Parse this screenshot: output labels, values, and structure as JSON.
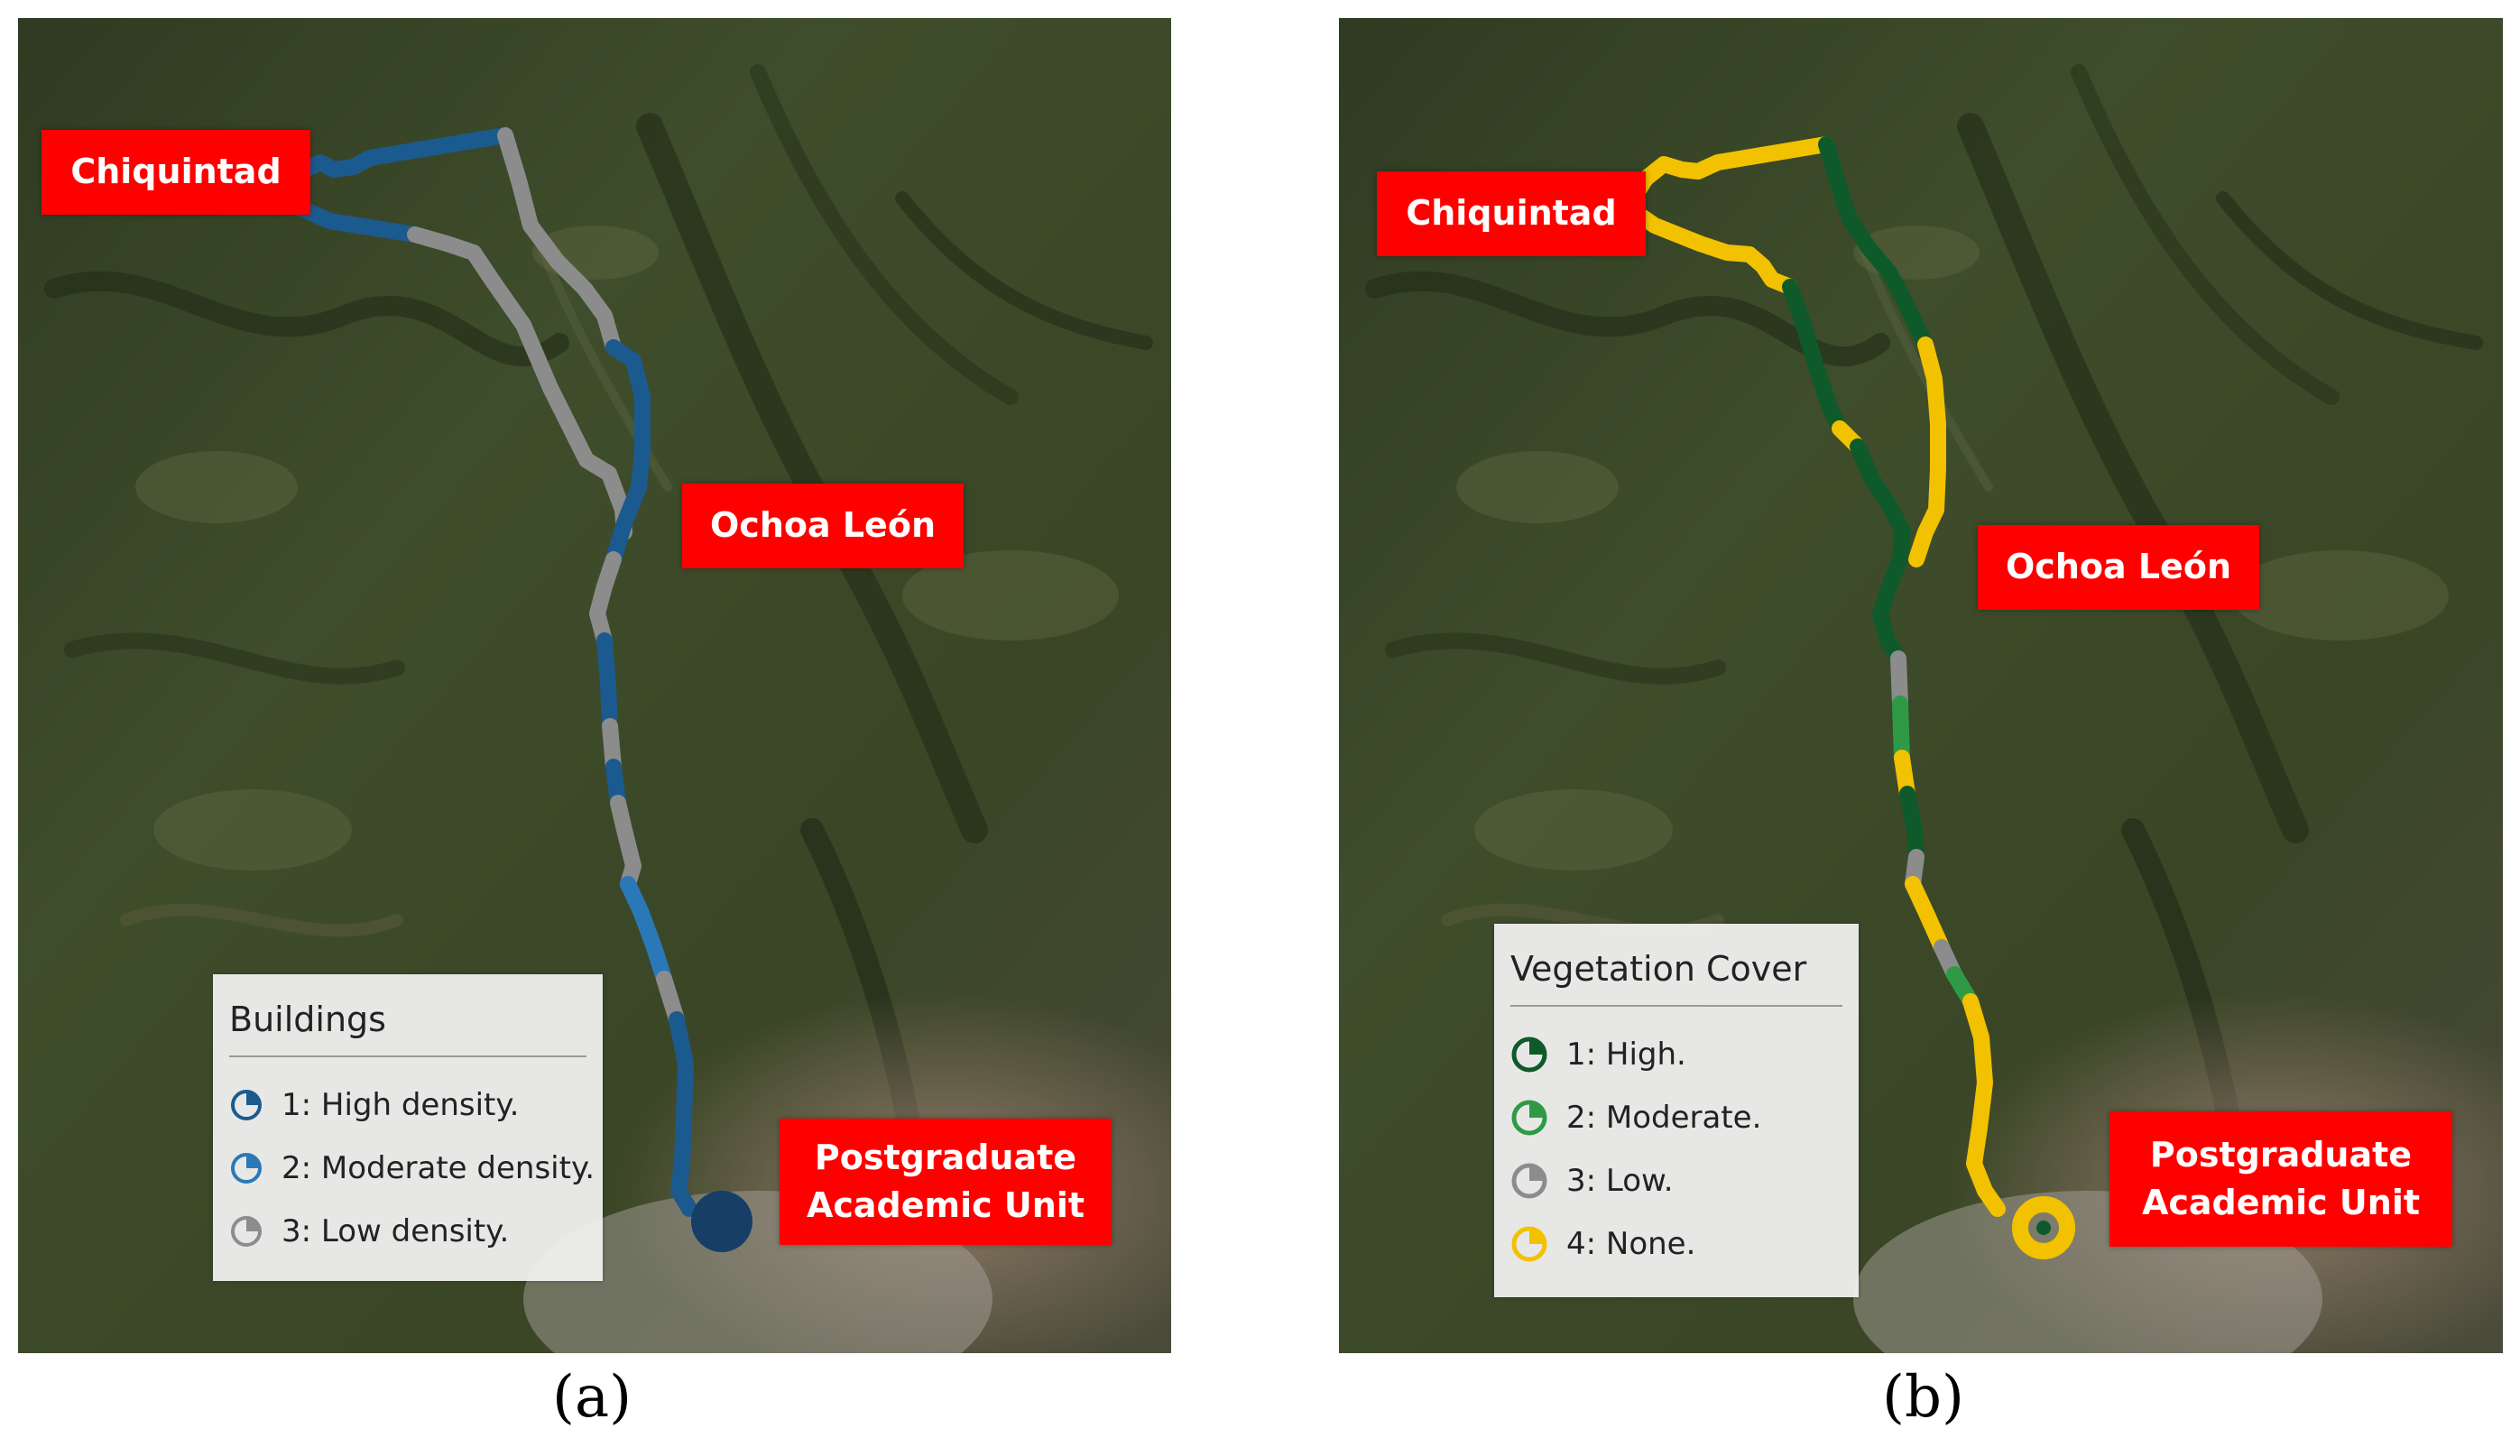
{
  "figure": {
    "panels": [
      {
        "id": "a",
        "caption": "(a)",
        "labels": {
          "start": "Chiquintad",
          "mid": "Ochoa León",
          "end_line1": "Postgraduate",
          "end_line2": "Academic Unit"
        },
        "legend": {
          "title": "Buildings",
          "items": [
            {
              "label": "1: High density.",
              "color": "#1b5a8e",
              "icon": "pie-icon-blue"
            },
            {
              "label": "2: Moderate density.",
              "color": "#2a78b8",
              "icon": "pie-icon-blue"
            },
            {
              "label": "3: Low density.",
              "color": "#8c8c8c",
              "icon": "pie-icon-gray"
            }
          ]
        }
      },
      {
        "id": "b",
        "caption": "(b)",
        "labels": {
          "start": "Chiquintad",
          "mid": "Ochoa León",
          "end_line1": "Postgraduate",
          "end_line2": "Academic Unit"
        },
        "legend": {
          "title": "Vegetation Cover",
          "items": [
            {
              "label": "1: High.",
              "color": "#0f5a2a",
              "icon": "pie-icon-dark-green"
            },
            {
              "label": "2: Moderate.",
              "color": "#2f9a45",
              "icon": "pie-icon-green"
            },
            {
              "label": "3: Low.",
              "color": "#8c8c8c",
              "icon": "pie-icon-gray"
            },
            {
              "label": "4: None.",
              "color": "#f2c200",
              "icon": "pie-icon-yellow"
            }
          ]
        }
      }
    ]
  },
  "colors": {
    "label_bg": "#ff0000",
    "route_blue": "#1b5a8e",
    "route_gray": "#8c8c8c",
    "route_dark_green": "#0f5a2a",
    "route_yellow": "#f2c200",
    "imagery_base": "#3a4a28"
  }
}
